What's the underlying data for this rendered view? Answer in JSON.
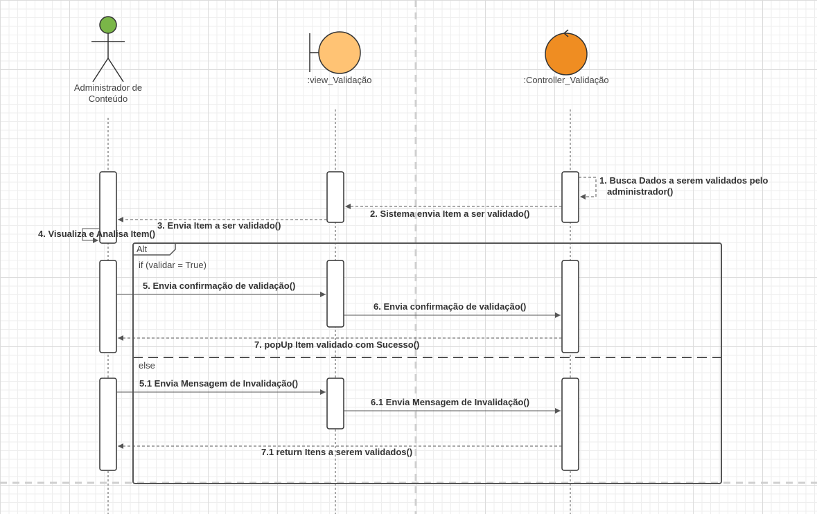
{
  "diagram": {
    "type": "sequence",
    "participants": [
      {
        "id": "admin",
        "kind": "actor",
        "label_line1": "Administrador de",
        "label_line2": "Conteúdo",
        "color": "#7ab648"
      },
      {
        "id": "view",
        "kind": "boundary",
        "label": ":view_Validação",
        "color": "#ffc374"
      },
      {
        "id": "controller",
        "kind": "control",
        "label": ":Controller_Validação",
        "color": "#ef8d22"
      }
    ],
    "messages": [
      {
        "id": "m1",
        "line1": "1. Busca Dados a serem validados pelo",
        "line2": "administrador()",
        "from": "controller",
        "to": "controller",
        "style": "dashed"
      },
      {
        "id": "m2",
        "text": "2. Sistema envia Item a ser validado()",
        "from": "controller",
        "to": "view",
        "style": "dashed"
      },
      {
        "id": "m3",
        "text": "3. Envia Item a ser validado()",
        "from": "view",
        "to": "admin",
        "style": "dashed"
      },
      {
        "id": "m4",
        "text": "4. Visualiza e Analisa Item()",
        "from": "admin",
        "to": "admin",
        "style": "solid"
      },
      {
        "id": "m5",
        "text": "5. Envia confirmação de validação()",
        "from": "admin",
        "to": "view",
        "style": "solid"
      },
      {
        "id": "m6",
        "text": "6. Envia confirmação de validação()",
        "from": "view",
        "to": "controller",
        "style": "solid"
      },
      {
        "id": "m7",
        "text": "7. popUp Item validado com Sucesso()",
        "from": "controller",
        "to": "admin",
        "style": "dashed"
      },
      {
        "id": "m51",
        "text": "5.1 Envia Mensagem de Invalidação()",
        "from": "admin",
        "to": "view",
        "style": "solid"
      },
      {
        "id": "m61",
        "text": "6.1 Envia Mensagem de Invalidação()",
        "from": "view",
        "to": "controller",
        "style": "solid"
      },
      {
        "id": "m71",
        "text": "7.1 return Itens a serem validados()",
        "from": "controller",
        "to": "admin",
        "style": "dashed"
      }
    ],
    "fragment": {
      "operator": "Alt",
      "guard": "if (validar = True)",
      "else_label": "else"
    }
  }
}
